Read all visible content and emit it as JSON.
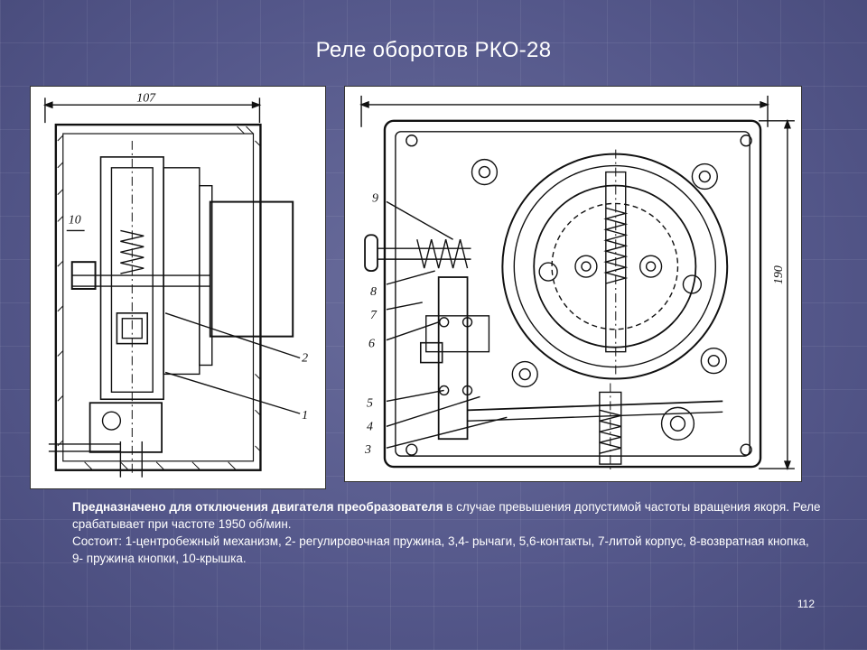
{
  "slide": {
    "title": "Реле оборотов РКО-28",
    "page_number": "112"
  },
  "drawing_left": {
    "dimension_label": "107",
    "callouts": [
      "10",
      "2",
      "1"
    ]
  },
  "drawing_right": {
    "dimension_label": "190",
    "callouts": [
      "9",
      "8",
      "7",
      "6",
      "5",
      "4",
      "3"
    ]
  },
  "description": {
    "lead_bold": "Предназначено для отключения двигателя преобразователя",
    "lead_rest": " в случае превышения допустимой частоты вращения якоря. Реле срабатывает при частоте 1950 об/мин.",
    "composition": "Состоит: 1-центробежный механизм, 2- регулировочная пружина, 3,4- рычаги, 5,6-контакты, 7-литой корпус, 8-возвратная кнопка, 9- пружина кнопки, 10-крышка."
  },
  "colors": {
    "background": "#5a5d8a",
    "text": "#ffffff",
    "drawing_ink": "#111111"
  }
}
